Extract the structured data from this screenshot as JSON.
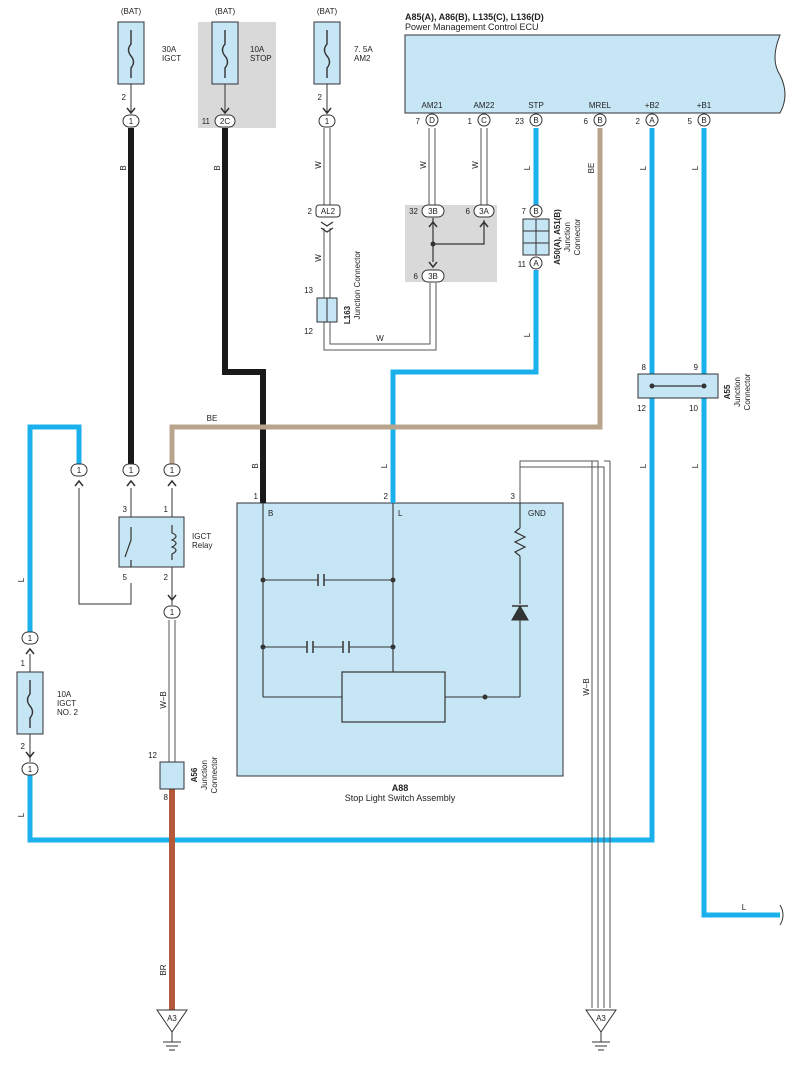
{
  "header": {
    "title": "A85(A), A86(B), L135(C), L136(D)",
    "subtitle": "Power Management Control ECU"
  },
  "colors": {
    "blue": "#1ab0ec",
    "black": "#1a1a1a",
    "tan": "#b8a48c",
    "brown": "#b4593a",
    "box": "#c6e6f6",
    "shade": "#d8d8d8"
  },
  "ecu": {
    "pins": [
      {
        "name": "AM21",
        "num": "7",
        "conn": "D"
      },
      {
        "name": "AM22",
        "num": "1",
        "conn": "C"
      },
      {
        "name": "STP",
        "num": "23",
        "conn": "B"
      },
      {
        "name": "MREL",
        "num": "6",
        "conn": "B"
      },
      {
        "name": "+B2",
        "num": "2",
        "conn": "A"
      },
      {
        "name": "+B1",
        "num": "5",
        "conn": "B"
      }
    ]
  },
  "fuses": {
    "igct": {
      "supply": "(BAT)",
      "rating": "30A",
      "name": "IGCT",
      "pin": "2",
      "conn": "1"
    },
    "stop": {
      "supply": "(BAT)",
      "rating": "10A",
      "name": "STOP",
      "pin": "11",
      "conn": "2C"
    },
    "am2": {
      "supply": "(BAT)",
      "rating": "7. 5A",
      "name": "AM2",
      "pin": "2",
      "conn": "1"
    },
    "igct2": {
      "rating": "10A",
      "name1": "IGCT",
      "name2": "NO. 2",
      "pin_top": "1",
      "pin_bot": "2",
      "conn": "1"
    }
  },
  "wires": {
    "B": "B",
    "W": "W",
    "L": "L",
    "BE": "BE",
    "WB": "W–B",
    "BR": "BR"
  },
  "connectors": {
    "al2": {
      "label": "AL2",
      "pin": "2"
    },
    "l163": {
      "id": "L163",
      "desc": "Junction Connector",
      "pin_top": "13",
      "pin_bot": "12"
    },
    "jb": {
      "p1": "32",
      "c1": "3B",
      "p2": "6",
      "c2": "3A",
      "p3": "6",
      "c3": "3B"
    },
    "a50": {
      "id": "A50(A), A51(B)",
      "desc1": "Junction",
      "desc2": "Connector",
      "pin_top": "7",
      "conn_top": "B",
      "pin_bot": "11",
      "conn_bot": "A"
    },
    "a55": {
      "id": "A55",
      "desc1": "Junction",
      "desc2": "Connector",
      "p8": "8",
      "p9": "9",
      "p12": "12",
      "p10": "10"
    },
    "a56": {
      "id": "A56",
      "desc1": "Junction",
      "desc2": "Connector",
      "pin_top": "12",
      "pin_bot": "8"
    }
  },
  "relay": {
    "name": "IGCT",
    "sub": "Relay",
    "p3": "3",
    "p1": "1",
    "p5": "5",
    "p2": "2",
    "conn": "1"
  },
  "switch": {
    "id": "A88",
    "name": "Stop Light Switch Assembly",
    "p1": "1",
    "p1name": "B",
    "p2": "2",
    "p2name": "L",
    "p3": "3",
    "p3name": "GND"
  },
  "grounds": {
    "left": "A3",
    "right": "A3"
  }
}
